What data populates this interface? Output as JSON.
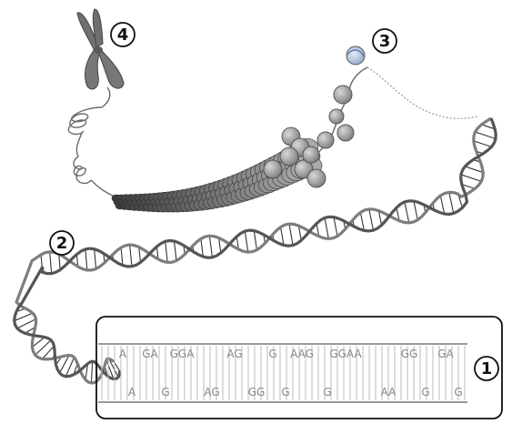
{
  "callouts": {
    "one": "1",
    "two": "2",
    "three": "3",
    "four": "4"
  },
  "sequence": {
    "top_strand": [
      "A",
      "GA",
      "GGA",
      "AG",
      "G",
      "AAG",
      "GGAA",
      "GG",
      "GA"
    ],
    "bottom_strand": [
      "A",
      "G",
      "AG",
      "GG",
      "G",
      "G",
      "AA",
      "G",
      "G"
    ]
  },
  "colors": {
    "strand": "#7d7d7d",
    "strand_dark": "#555555",
    "nucleosome": "#9a9a9a",
    "chromosome": "#6f6f6f",
    "highlight": "#8fa6c9"
  }
}
